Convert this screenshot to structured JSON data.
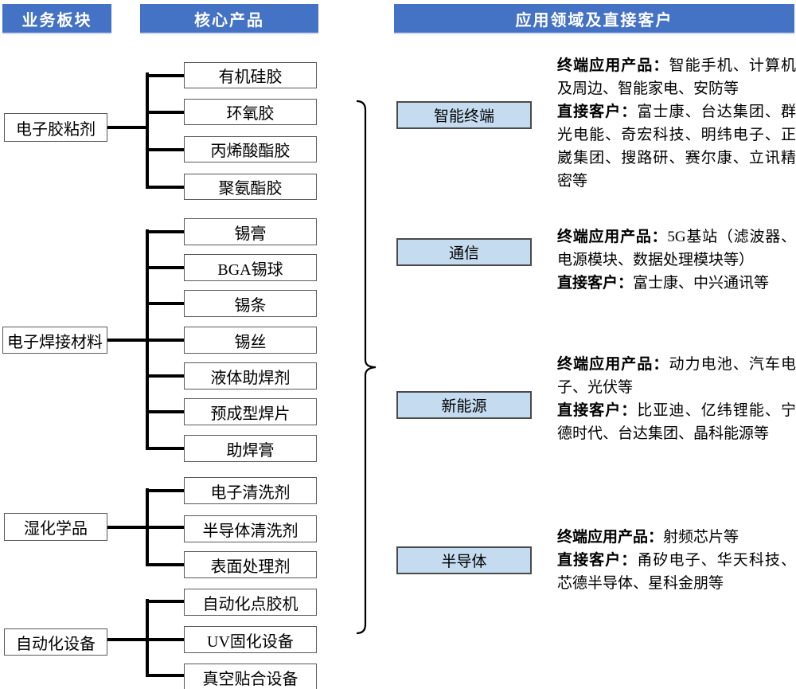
{
  "headers": {
    "business_segment": "业务板块",
    "core_products": "核心产品",
    "applications": "应用领域及直接客户"
  },
  "colors": {
    "header_bg": "#4472C4",
    "header_text": "#FFFFFF",
    "category_fill": "#C5DCF0",
    "category_border": "#4A4A4A",
    "box_border": "#595959",
    "line_color": "#000000"
  },
  "segments": [
    {
      "name": "电子胶粘剂",
      "products": [
        "有机硅胶",
        "环氧胶",
        "丙烯酸酯胶",
        "聚氨酯胶"
      ]
    },
    {
      "name": "电子焊接材料",
      "products": [
        "锡膏",
        "BGA锡球",
        "锡条",
        "锡丝",
        "液体助焊剂",
        "预成型焊片",
        "助焊膏"
      ]
    },
    {
      "name": "湿化学品",
      "products": [
        "电子清洗剂",
        "半导体清洗剂",
        "表面处理剂"
      ]
    },
    {
      "name": "自动化设备",
      "products": [
        "自动化点胶机",
        "UV固化设备",
        "真空贴合设备"
      ]
    }
  ],
  "applications": [
    {
      "category": "智能终端",
      "end_products_label": "终端应用产品：",
      "end_products": "智能手机、计算机及周边、智能家电、安防等",
      "customers_label": "直接客户：",
      "customers": "富士康、台达集团、群光电能、奇宏科技、明纬电子、正崴集团、搜路研、赛尔康、立讯精密等"
    },
    {
      "category": "通信",
      "end_products_label": "终端应用产品：",
      "end_products": "5G基站（滤波器、电源模块、数据处理模块等）",
      "customers_label": "直接客户：",
      "customers": "富士康、中兴通讯等"
    },
    {
      "category": "新能源",
      "end_products_label": "终端应用产品：",
      "end_products": "动力电池、汽车电子、光伏等",
      "customers_label": "直接客户：",
      "customers": "比亚迪、亿纬锂能、宁德时代、台达集团、晶科能源等"
    },
    {
      "category": "半导体",
      "end_products_label": "终端应用产品：",
      "end_products": "射频芯片等",
      "customers_label": "直接客户：",
      "customers": "甬矽电子、华天科技、芯德半导体、星科金朋等"
    }
  ]
}
